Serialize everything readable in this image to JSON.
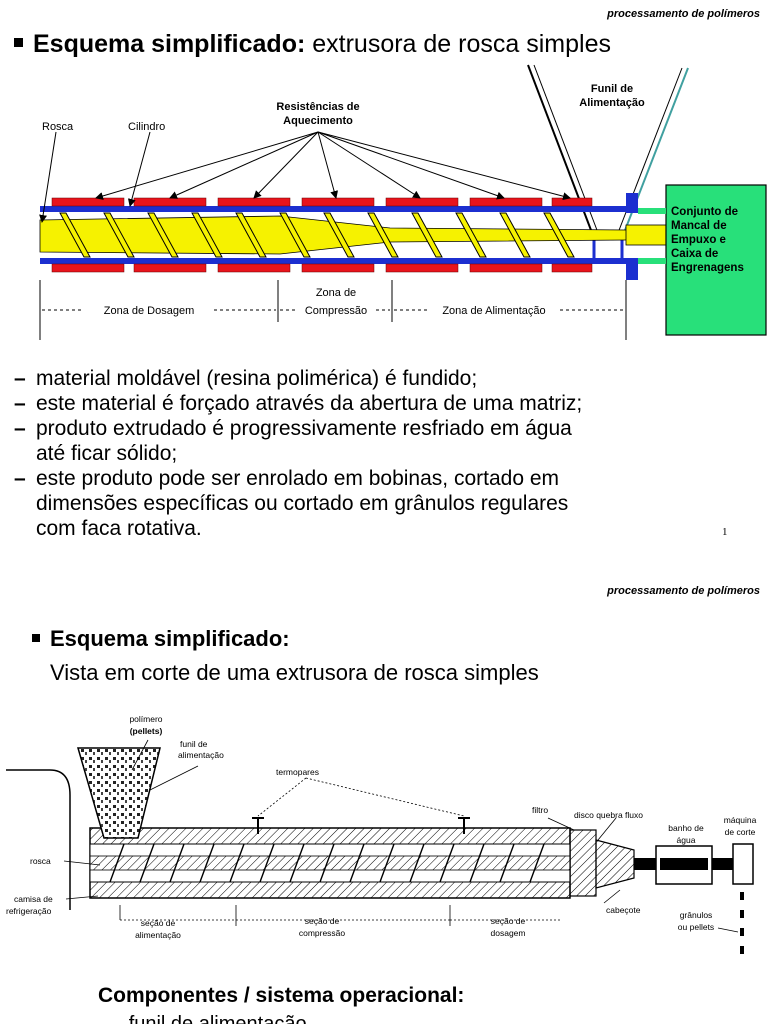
{
  "slide1": {
    "header_tag": "processamento de polímeros",
    "title_bold": "Esquema simplificado:",
    "title_rest": " extrusora de rosca simples",
    "labels": {
      "rosca": "Rosca",
      "cilindro": "Cilindro",
      "resistencias_l1": "Resistências de",
      "resistencias_l2": "Aquecimento",
      "funil_l1": "Funil de",
      "funil_l2": "Alimentação",
      "conjunto_l1": "Conjunto de",
      "conjunto_l2": "Mancal de",
      "conjunto_l3": "Empuxo e",
      "conjunto_l4": "Caixa de",
      "conjunto_l5": "Engrenagens",
      "zona_dosagem": "Zona de Dosagem",
      "zona_compressao_l1": "Zona de",
      "zona_compressao_l2": "Compressão",
      "zona_alimentacao": "Zona de Alimentação"
    },
    "bullets": [
      "material moldável (resina polimérica) é fundido;",
      "este material é forçado através da abertura de uma matriz;",
      "produto extrudado é progressivamente resfriado em água",
      "este produto pode ser enrolado em bobinas, cortado em"
    ],
    "bullet3_cont": " até ficar sólido;",
    "bullet4_cont1": "dimensões específicas ou cortado em grânulos regulares",
    "bullet4_cont2": "com faca rotativa.",
    "page_number": "1",
    "colors": {
      "heater": "#e8141c",
      "barrel": "#1c2fd0",
      "screw": "#f6f200",
      "gearbox": "#28e07a"
    }
  },
  "slide2": {
    "header_tag": "processamento de polímeros",
    "title_bold": "Esquema simplificado:",
    "subtitle": "Vista em corte de uma extrusora de rosca simples",
    "labels": {
      "polimero_l1": "polímero",
      "polimero_l2": "(pellets)",
      "funil_l1": "funil de",
      "funil_l2": "alimentação",
      "termopares": "termopares",
      "filtro": "filtro",
      "disco": "disco quebra fluxo",
      "banho_l1": "banho de",
      "banho_l2": "água",
      "maquina_l1": "máquina",
      "maquina_l2": "de corte",
      "rosca": "rosca",
      "camisa_l1": "camisa de",
      "camisa_l2": "refrigeração",
      "secao_alim_l1": "seção de",
      "secao_alim_l2": "alimentação",
      "secao_comp_l1": "seção de",
      "secao_comp_l2": "compressão",
      "secao_dos_l1": "seção de",
      "secao_dos_l2": "dosagem",
      "cabecote": "cabeçote",
      "granulos_l1": "grânulos",
      "granulos_l2": "ou pellets"
    },
    "components_heading": "Componentes / sistema operacional:",
    "components_partial": "funil de alimentação"
  }
}
